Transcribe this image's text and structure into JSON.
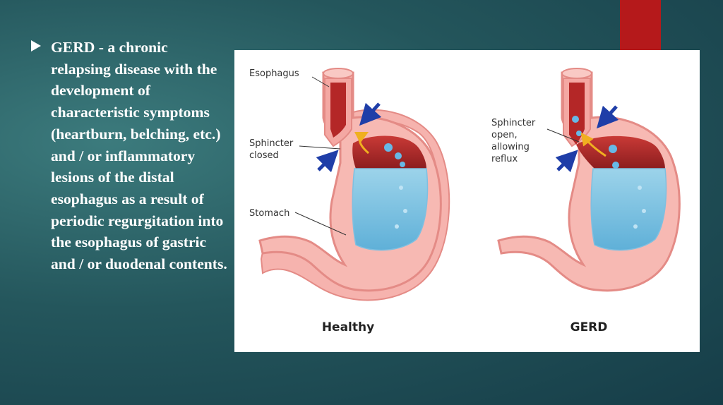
{
  "slide": {
    "accent_color": "#b5191b",
    "bullet": {
      "text": "GERD - a chronic relapsing disease with the development of characteristic symptoms (heartburn, belching, etc.) and / or inflammatory lesions of the distal esophagus as a result of periodic regurgitation into the esophagus of gastric and / or duodenal contents."
    }
  },
  "figure": {
    "healthy": {
      "label_esophagus": "Esophagus",
      "label_sphincter_line1": "Sphincter",
      "label_sphincter_line2": "closed",
      "label_stomach": "Stomach",
      "caption": "Healthy"
    },
    "gerd": {
      "label_sphincter_line1": "Sphincter",
      "label_sphincter_line2": "open,",
      "label_sphincter_line3": "allowing",
      "label_sphincter_line4": "reflux",
      "caption": "GERD"
    }
  }
}
